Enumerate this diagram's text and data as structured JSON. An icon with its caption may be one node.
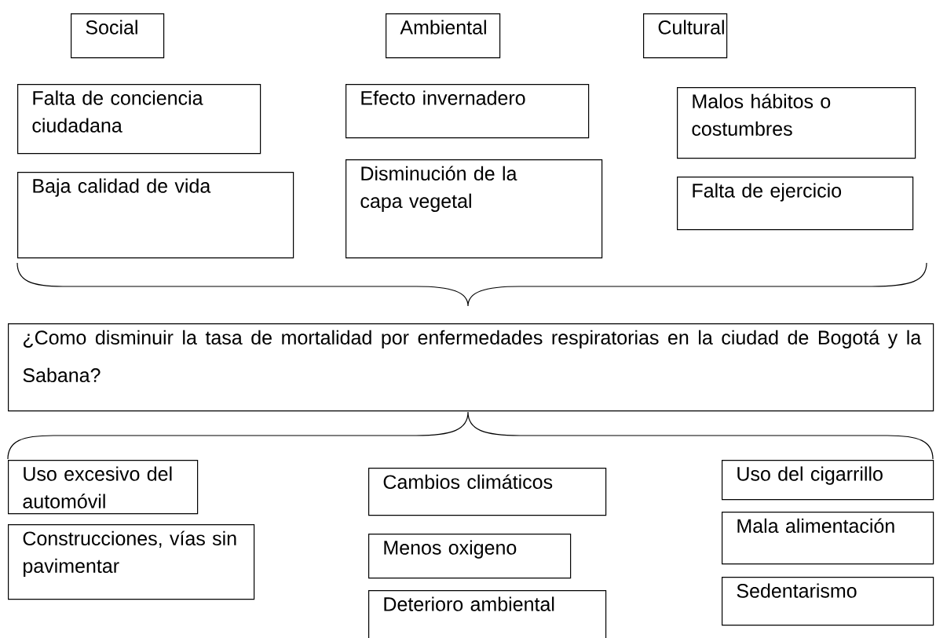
{
  "diagram": {
    "nodes": [
      {
        "text": [
          "Social"
        ]
      },
      {
        "text": [
          "Ambiental"
        ]
      },
      {
        "text": [
          "Cultural"
        ]
      },
      {
        "text": [
          "Falta de conciencia ciudadana"
        ]
      },
      {
        "text": [
          "Efecto invernadero"
        ]
      },
      {
        "text": [
          "Malos hábitos o costumbres"
        ]
      },
      {
        "text": [
          "Baja calidad de vida"
        ]
      },
      {
        "text": [
          "Disminución de la capa vegetal"
        ]
      },
      {
        "text": [
          "Falta de ejercicio"
        ]
      },
      {
        "text": [
          "¿Como disminuir la tasa de mortalidad por enfermedades respiratorias en la ciudad de Bogotá y la Sabana?"
        ]
      },
      {
        "text": [
          "Uso excesivo del automóvil"
        ]
      },
      {
        "text": [
          "Cambios climáticos"
        ]
      },
      {
        "text": [
          "Uso del cigarrillo"
        ]
      },
      {
        "text": [
          "Construcciones, vías sin pavimentar"
        ]
      },
      {
        "text": [
          "Menos oxigeno"
        ]
      },
      {
        "text": [
          "Mala alimentación"
        ]
      },
      {
        "text": [
          "Deterioro ambiental"
        ]
      },
      {
        "text": [
          "Sedentarismo"
        ]
      }
    ]
  }
}
